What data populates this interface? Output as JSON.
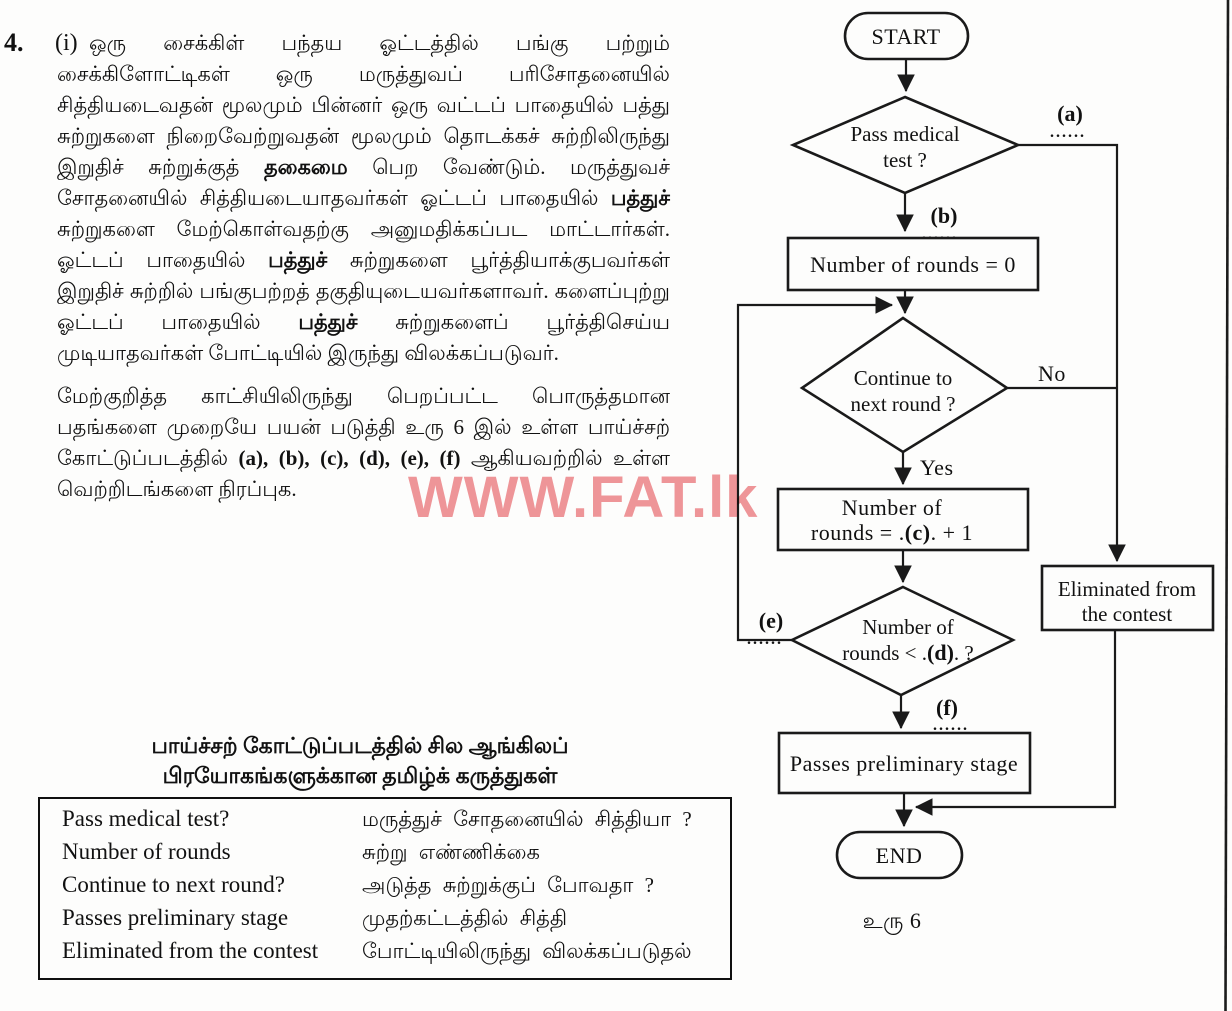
{
  "watermark": {
    "text": "WWW.FAT.lk",
    "color": "#f0969a"
  },
  "question": {
    "number": "4.",
    "part": "(i)",
    "paragraph1_segments": [
      {
        "text": "ஒரு சைக்கிள் பந்தய ஓட்டத்தில் பங்கு பற்றும் சைக்கிளோட்டிகள் ஒரு மருத்துவப் பரிசோதனையில் சித்தியடைவதன் மூலமும் பின்னர் ஒரு வட்டப் பாதையில் பத்து சுற்றுகளை நிறைவேற்றுவதன் மூலமும் தொடக்கச் சுற்றிலிருந்து இறுதிச் சுற்றுக்குத் ",
        "bold": false
      },
      {
        "text": "தகைமை",
        "bold": true
      },
      {
        "text": " பெற வேண்டும். மருத்துவச் சோதனையில் சித்தியடையாதவர்கள் ஓட்டப் பாதையில் ",
        "bold": false
      },
      {
        "text": "பத்துச்",
        "bold": true
      },
      {
        "text": " சுற்றுகளை மேற்கொள்வதற்கு அனுமதிக்கப்பட மாட்டார்கள். ஓட்டப் பாதையில் ",
        "bold": false
      },
      {
        "text": "பத்துச்",
        "bold": true
      },
      {
        "text": " சுற்றுகளை பூர்த்தியாக்குபவர்கள் இறுதிச் சுற்றில் பங்குபற்றத் தகுதியுடையவர்களாவர். களைப்புற்று ஓட்டப் பாதையில் ",
        "bold": false
      },
      {
        "text": "பத்துச்",
        "bold": true
      },
      {
        "text": " சுற்றுகளைப் பூர்த்திசெய்ய முடியாதவர்கள் போட்டியில் இருந்து விலக்கப்படுவர்.",
        "bold": false
      }
    ],
    "paragraph2_segments": [
      {
        "text": "மேற்குறித்த காட்சியிலிருந்து பெறப்பட்ட பொருத்தமான பதங்களை முறையே பயன் படுத்தி உரு 6 இல் உள்ள பாய்ச்சற் கோட்டுப்படத்தில் ",
        "bold": false
      },
      {
        "text": "(a), (b), (c), (d), (e), (f)",
        "bold": true
      },
      {
        "text": " ஆகியவற்றில் உள்ள வெற்றிடங்களை நிரப்புக.",
        "bold": false
      }
    ]
  },
  "glossary": {
    "title_line1": "பாய்ச்சற் கோட்டுப்படத்தில் சில ஆங்கிலப்",
    "title_line2": "பிரயோகங்களுக்கான தமிழ்க் கருத்துகள்",
    "rows": [
      {
        "english": "Pass medical test?",
        "tamil": "மருத்துச் சோதனையில் சித்தியா ?"
      },
      {
        "english": "Number of rounds",
        "tamil": "சுற்று எண்ணிக்கை"
      },
      {
        "english": "Continue to next round?",
        "tamil": "அடுத்த சுற்றுக்குப் போவதா ?"
      },
      {
        "english": "Passes preliminary stage",
        "tamil": "முதற்கட்டத்தில் சித்தி"
      },
      {
        "english": "Eliminated from the contest",
        "tamil": "போட்டியிலிருந்து விலக்கப்படுதல்"
      }
    ]
  },
  "flowchart": {
    "start": "START",
    "end": "END",
    "decision_medical": [
      "Pass medical",
      "test ?"
    ],
    "process_init": "Number of rounds = 0",
    "decision_continue": [
      "Continue to",
      "next round ?"
    ],
    "no": "No",
    "yes": "Yes",
    "process_increment": {
      "line1": "Number of",
      "pre": "rounds =  .",
      "blank": "(c)",
      "post": ". + 1"
    },
    "decision_rounds": {
      "line1": "Number of",
      "pre": "rounds <  .",
      "blank": "(d)",
      "post": ". ?"
    },
    "process_eliminated": [
      "Eliminated from",
      "the contest"
    ],
    "process_passes": "Passes preliminary stage",
    "blank_a": "(a)",
    "blank_b": "(b)",
    "blank_e": "(e)",
    "blank_f": "(f)",
    "dots": "......",
    "caption": "உரு  6"
  }
}
